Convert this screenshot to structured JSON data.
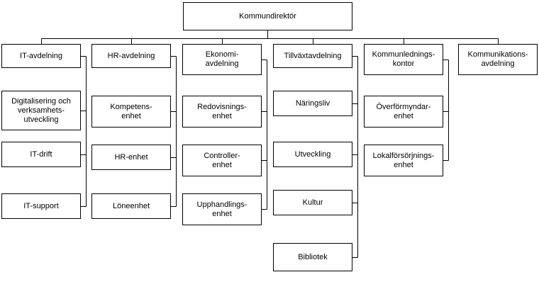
{
  "diagram": {
    "type": "org-chart",
    "root": {
      "label": "Kommundirektör"
    },
    "columns": [
      {
        "head": {
          "label": "IT-avdelning"
        },
        "children": [
          {
            "label": "Digitalisering och\nverksamhets-\nutveckling"
          },
          {
            "label": "IT-drift"
          },
          {
            "label": "IT-support"
          }
        ]
      },
      {
        "head": {
          "label": "HR-avdelning"
        },
        "children": [
          {
            "label": "Kompetens-\nenhet"
          },
          {
            "label": "HR-enhet"
          },
          {
            "label": "Löneenhet"
          }
        ]
      },
      {
        "head": {
          "label": "Ekonomi-\navdelning"
        },
        "children": [
          {
            "label": "Redovisnings-\nenhet"
          },
          {
            "label": "Controller-\nenhet"
          },
          {
            "label": "Upphandlings-\nenhet"
          }
        ]
      },
      {
        "head": {
          "label": "Tillväxtavdelning"
        },
        "children": [
          {
            "label": "Näringsliv"
          },
          {
            "label": "Utveckling"
          },
          {
            "label": "Kultur"
          },
          {
            "label": "Bibliotek"
          }
        ]
      },
      {
        "head": {
          "label": "Kommunlednings-\nkontor"
        },
        "children": [
          {
            "label": "Överförmyndar-\nenhet"
          },
          {
            "label": "Lokalförsörjnings-\nenhet"
          }
        ]
      },
      {
        "head": {
          "label": "Kommunikations-\navdelning"
        },
        "children": []
      }
    ],
    "colors": {
      "box_border": "#000000",
      "box_fill": "#ffffff",
      "line": "#000000",
      "text": "#000000",
      "background": "#ffffff"
    }
  }
}
